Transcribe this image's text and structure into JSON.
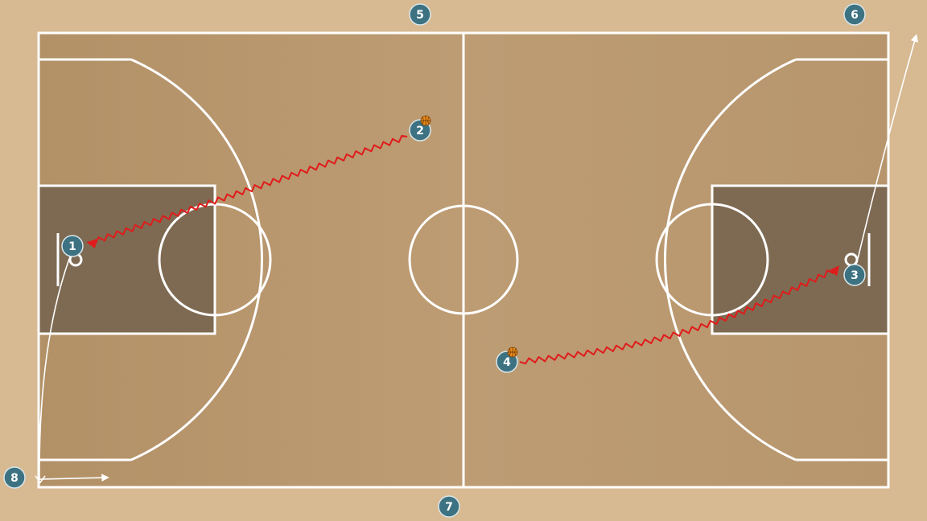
{
  "colors": {
    "surround": "#d7b992",
    "court": "#b8976f",
    "paint": "#7e6a52",
    "lines": "#ffffff",
    "marker_fill": "#3d7282",
    "marker_stroke": "#d8e6ea",
    "dribble": "#e01b1b",
    "ball": "#e98a1a"
  },
  "players": [
    {
      "label": "1",
      "has_ball": false
    },
    {
      "label": "2",
      "has_ball": true
    },
    {
      "label": "3",
      "has_ball": false
    },
    {
      "label": "4",
      "has_ball": true
    },
    {
      "label": "5",
      "has_ball": false
    },
    {
      "label": "6",
      "has_ball": false
    },
    {
      "label": "7",
      "has_ball": false
    },
    {
      "label": "8",
      "has_ball": false
    }
  ],
  "movements": [
    {
      "type": "dribble",
      "from": "2",
      "to": "1"
    },
    {
      "type": "dribble",
      "from": "4",
      "to": "3"
    },
    {
      "type": "cut",
      "from": "3",
      "to": "6"
    },
    {
      "type": "cut",
      "from": "1",
      "to": "8"
    }
  ]
}
